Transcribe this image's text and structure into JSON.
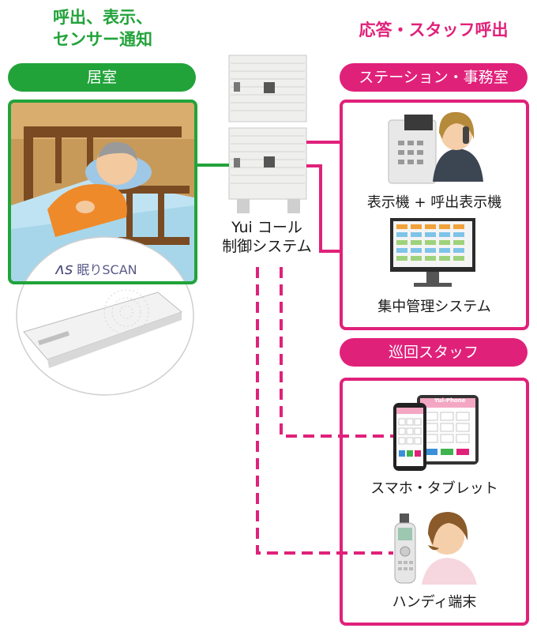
{
  "left": {
    "header_line1": "呼出、表示、",
    "header_line2": "センサー通知",
    "pill": "居室",
    "sensor_logo": "眠りSCAN"
  },
  "center": {
    "label_line1": "Yui コール",
    "label_line2": "制御システム"
  },
  "right": {
    "header": "応答・スタッフ呼出",
    "station_pill": "ステーション・事務室",
    "station_items": [
      "表示機 + 呼出表示機",
      "集中管理システム"
    ],
    "patrol_pill": "巡回スタッフ",
    "patrol_items": [
      "スマホ・タブレット",
      "ハンディ端末"
    ],
    "tablet_title": "Yui-Phone"
  },
  "colors": {
    "green": "#22a33a",
    "pink": "#e0217a"
  }
}
